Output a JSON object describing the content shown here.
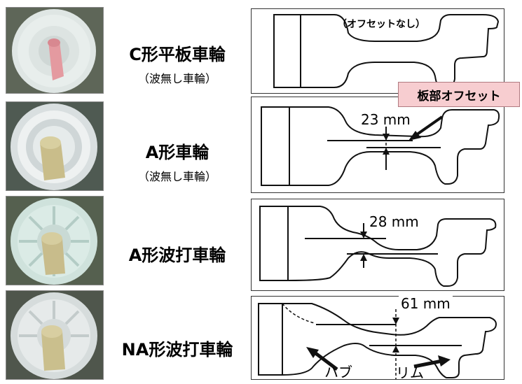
{
  "rows": [
    {
      "main": "C形平板車輪",
      "sub": "（波無し車輪）"
    },
    {
      "main": "A形車輪",
      "sub": "（波無し車輪）"
    },
    {
      "main": "A形波打車輪",
      "sub": ""
    },
    {
      "main": "NA形波打車輪",
      "sub": ""
    }
  ],
  "panels": {
    "p1": {
      "note": "（オフセットなし）"
    },
    "p2": {
      "dimension": "23 mm",
      "callout": "板部オフセット"
    },
    "p3": {
      "dimension": "28 mm"
    },
    "p4": {
      "dimension": "61 mm",
      "hub": "ハブ",
      "rim": "リム"
    }
  },
  "colors": {
    "callout_bg": "#f7cdd0",
    "wheel_paint": "#dfe6e4"
  }
}
